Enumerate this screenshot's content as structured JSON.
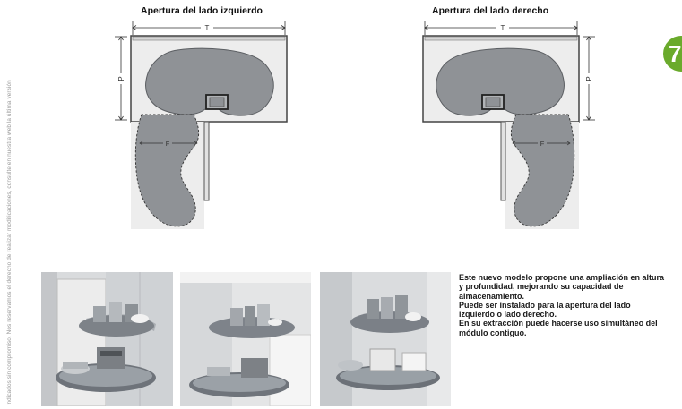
{
  "side_note": "indicados sin compromiso. Nos reservamos el derecho de realizar modificaciones, consulte en nuestra web la última versión",
  "diagrams": {
    "left": {
      "title": "Apertura del lado izquierdo",
      "dim_width": "T",
      "dim_depth": "P",
      "dim_front": "F"
    },
    "right": {
      "title": "Apertura del lado derecho",
      "dim_width": "T",
      "dim_depth": "P",
      "dim_front": "F"
    }
  },
  "page_tab": "7",
  "description": [
    "Este nuevo modelo propone una ampliación en altura y profundidad, mejorando su capacidad de almacenamiento.",
    "Puede ser instalado para la apertura del lado izquierdo o lado derecho.",
    "En su extracción puede hacerse uso simultáneo del módulo contiguo."
  ],
  "colors": {
    "cabinet_fill": "#ededed",
    "tray_fill": "#8f9296",
    "tray_stroke": "#5c5f63",
    "accent_tab": "#6aaa2c"
  }
}
